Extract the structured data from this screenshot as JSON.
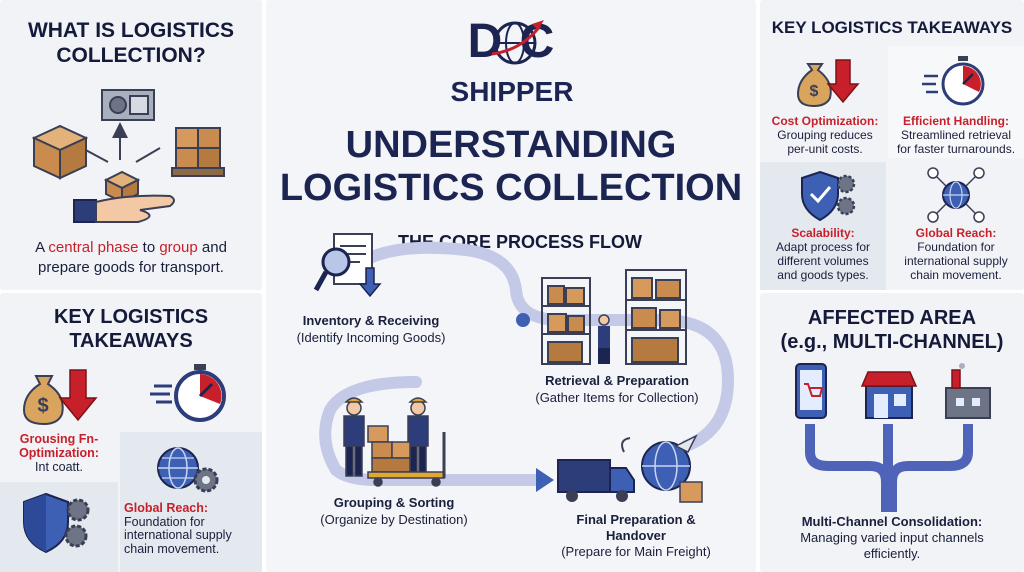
{
  "left_top": {
    "title_line1": "WHAT IS LOGISTICS",
    "title_line2": "COLLECTION?",
    "caption_pre": "A ",
    "caption_hl1": "central phase",
    "caption_mid": " to ",
    "caption_hl2": "group",
    "caption_post": " and",
    "caption_line2": "prepare goods for transport."
  },
  "left_bottom": {
    "title_line1": "KEY LOGISTICS",
    "title_line2": "TAKEAWAYS",
    "item1_title_line1": "Grousing Fn-",
    "item1_title_line2": "Optimization:",
    "item1_desc": "Int coatt.",
    "item2_title": "Global Reach:",
    "item2_desc_line1": "Foundation for",
    "item2_desc_line2": "international supply",
    "item2_desc_line3": "chain movement."
  },
  "center": {
    "logo_top": "D  C",
    "logo_bottom": "SHIPPER",
    "headline_line1": "UNDERSTANDING",
    "headline_line2": "LOGISTICS COLLECTION",
    "process_title": "THE CORE PROCESS FLOW",
    "steps": [
      {
        "title": "Inventory & Receiving",
        "desc": "(Identify Incoming Goods)"
      },
      {
        "title": "Retrieval & Preparation",
        "desc": "(Gather Items for Collection)"
      },
      {
        "title": "Grouping & Sorting",
        "desc": "(Organize by Destination)"
      },
      {
        "title_line1": "Final Preparation &",
        "title_line2": "Handover",
        "desc": "(Prepare for Main Freight)"
      }
    ]
  },
  "right_top": {
    "title": "KEY LOGISTICS TAKEAWAYS",
    "items": [
      {
        "title": "Cost Optimization:",
        "desc_line1": "Grouping reduces",
        "desc_line2": "per-unit costs."
      },
      {
        "title": "Efficient Handling:",
        "desc_line1": "Streamlined retrieval",
        "desc_line2": "for faster turnarounds."
      },
      {
        "title": "Scalability:",
        "desc_line1": "Adapt process for",
        "desc_line2": "different volumes",
        "desc_line3": "and goods types."
      },
      {
        "title": "Global Reach:",
        "desc_line1": "Foundation for",
        "desc_line2": "international supply",
        "desc_line3": "chain movement."
      }
    ]
  },
  "right_bottom": {
    "title_line1": "AFFECTED AREA",
    "title_line2": "(e.g., MULTI-CHANNEL)",
    "caption_title": "Multi-Channel Consolidation:",
    "caption_line1": "Managing varied input channels",
    "caption_line2": "efficiently."
  },
  "colors": {
    "navy": "#1c2451",
    "red": "#c8202b",
    "panel": "#f1f3f6",
    "flow": "#c3c9e6"
  }
}
